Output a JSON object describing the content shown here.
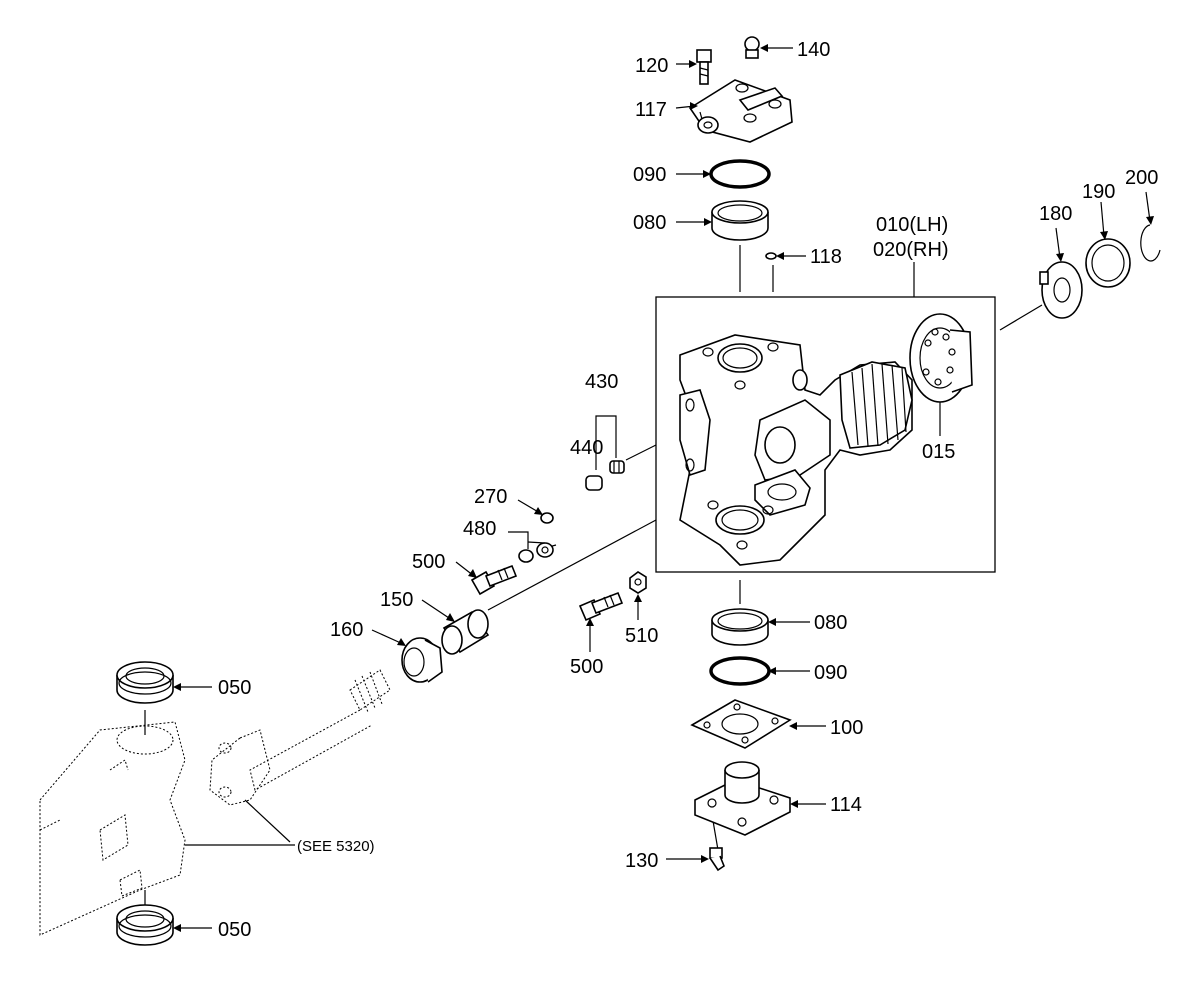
{
  "labels": {
    "p120": "120",
    "p140": "140",
    "p117": "117",
    "p090_top": "090",
    "p080_top": "080",
    "p118": "118",
    "p010": "010(LH)",
    "p020": "020(RH)",
    "p180": "180",
    "p190": "190",
    "p200": "200",
    "p430": "430",
    "p440": "440",
    "p015": "015",
    "p270": "270",
    "p480": "480",
    "p500_left": "500",
    "p150": "150",
    "p160": "160",
    "p510": "510",
    "p500_mid": "500",
    "p080_bot": "080",
    "p090_bot": "090",
    "p050_top": "050",
    "p100": "100",
    "p114": "114",
    "p130": "130",
    "p050_bot": "050",
    "see_ref": "(SEE 5320)"
  },
  "colors": {
    "line": "#000000",
    "background": "#ffffff"
  }
}
